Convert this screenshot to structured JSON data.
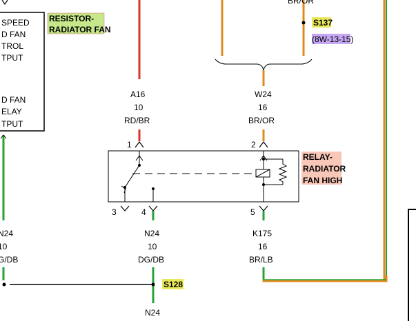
{
  "colors": {
    "red_wire": "#d9342b",
    "orange_wire": "#e08a1e",
    "brown_wire": "#8a6a1c",
    "green_wire": "#27a336",
    "yellow_highlight": "#e8e85a",
    "green_highlight": "#c6e88a",
    "pink_highlight": "#f8c7b8",
    "purple_highlight": "#c5a7f3"
  },
  "left_module": {
    "lines_top": [
      "SPEED",
      "D FAN",
      "TROL",
      "TPUT"
    ],
    "lines_bottom": [
      "D FAN",
      "ELAY",
      "TPUT"
    ]
  },
  "resistor_label": {
    "line1": "RESISTOR-",
    "line2": "RADIATOR FAN"
  },
  "top_right": {
    "wire_code_partial": "BR/OR",
    "splice": "S137",
    "reference": "(8W-13-15)"
  },
  "wires": {
    "a16": {
      "circuit": "A16",
      "gauge": "10",
      "color": "RD/BR"
    },
    "w24": {
      "circuit": "W24",
      "gauge": "16",
      "color": "BR/OR"
    },
    "n24_mid": {
      "circuit": "N24",
      "gauge": "10",
      "color": "DG/DB"
    },
    "k175": {
      "circuit": "K175",
      "gauge": "16",
      "color": "BR/LB"
    },
    "n24_left": {
      "circuit": "N24",
      "gauge": "10",
      "color": "G/DB"
    },
    "n24_bottom": {
      "circuit": "N24"
    }
  },
  "relay": {
    "line1": "RELAY-",
    "line2": "RADIATOR",
    "line3": "FAN HIGH"
  },
  "pins": {
    "p1": "1",
    "p2": "2",
    "p3": "3",
    "p4": "4",
    "p5": "5"
  },
  "splice_bottom": "S128"
}
